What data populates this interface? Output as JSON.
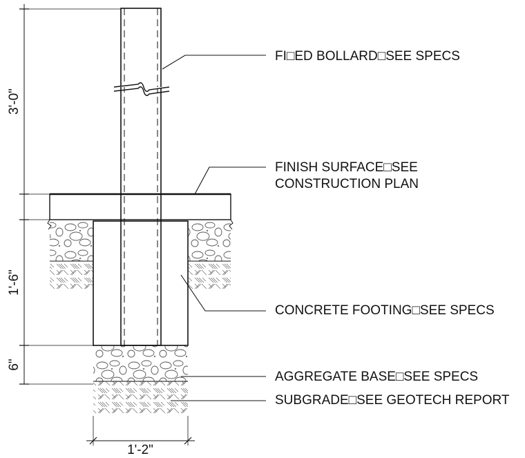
{
  "callouts": {
    "bollard": "FI□ED BOLLARD□SEE SPECS",
    "finish_line1": "FINISH SURFACE□SEE",
    "finish_line2": "CONSTRUCTION PLAN",
    "footing": "CONCRETE FOOTING□SEE SPECS",
    "aggregate": "AGGREGATE BASE□SEE SPECS",
    "subgrade": "SUBGRADE□SEE GEOTECH REPORT"
  },
  "dimensions": {
    "height_above_grade": "3'-0\"",
    "footing_depth": "1'-6\"",
    "base_depth": "6\"",
    "footing_width": "1'-2\""
  },
  "colors": {
    "line": "#111111",
    "background": "#ffffff"
  }
}
